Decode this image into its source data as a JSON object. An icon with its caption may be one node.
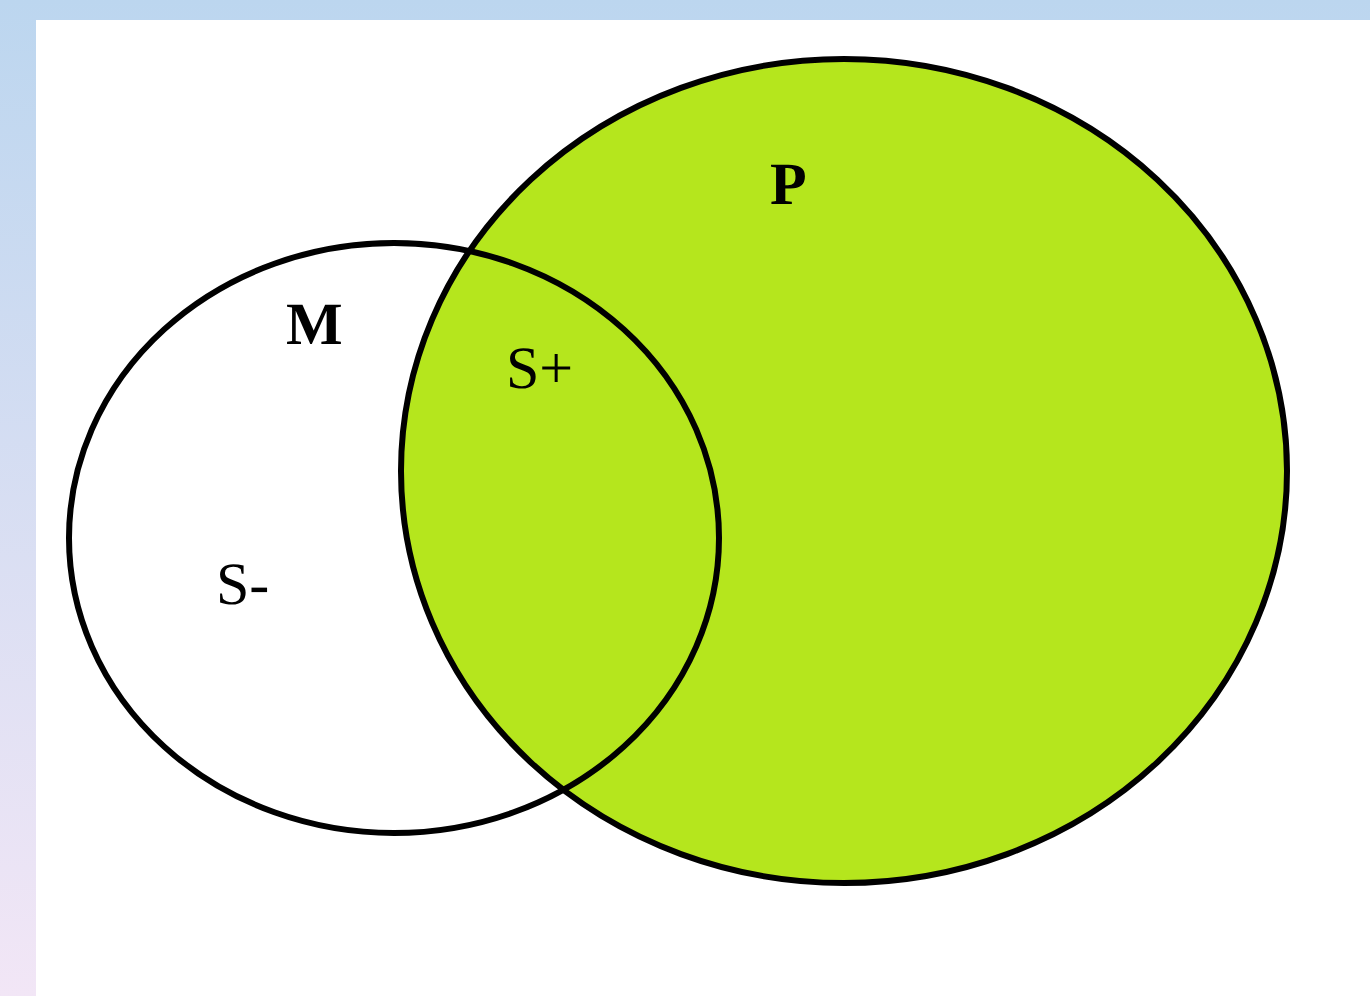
{
  "diagram": {
    "nodes": [
      {
        "text": [
          "P"
        ]
      },
      {
        "text": [
          "M"
        ]
      }
    ],
    "labels": [
      "S+",
      "S-"
    ]
  }
}
